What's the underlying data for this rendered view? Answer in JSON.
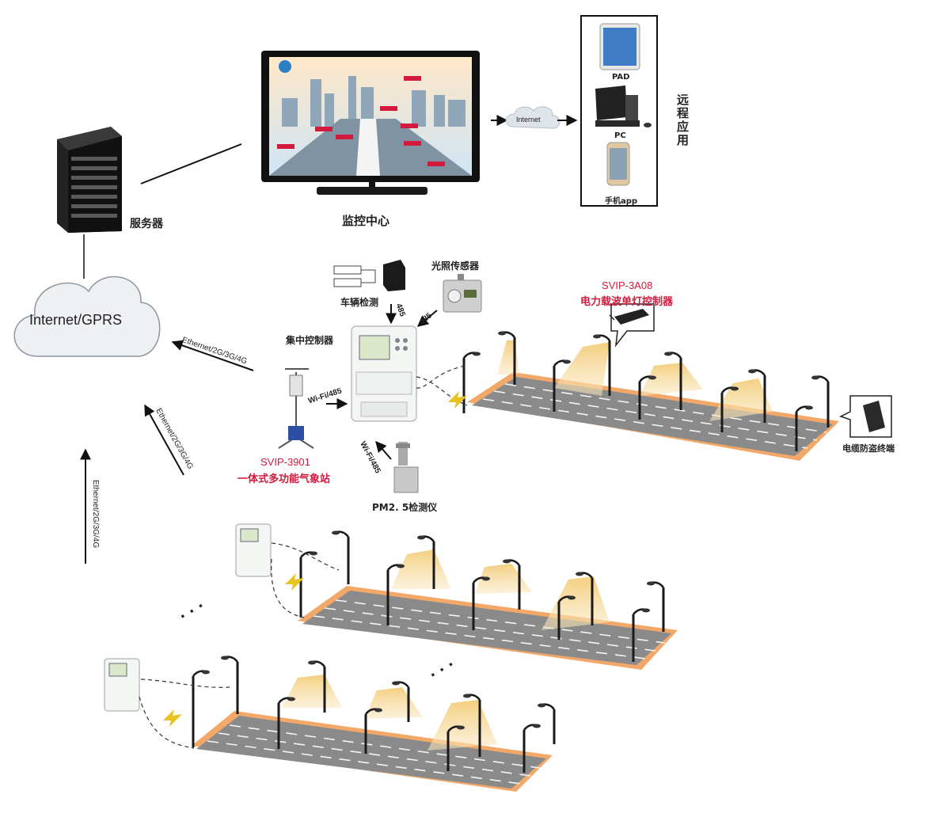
{
  "labels": {
    "server": "服务器",
    "monitor_center": "监控中心",
    "internet_cloud_small": "Internet",
    "internet_gprs": "Internet/GPRS",
    "remote_app": "远程应用",
    "pad": "PAD",
    "pc": "PC",
    "mobile_app": "手机app",
    "vehicle_detect": "车辆检测",
    "light_sensor": "光照传感器",
    "concentrator": "集中控制器",
    "controller_model": "SVIP-3A08",
    "controller_name": "电力载波单灯控制器",
    "weather_model": "SVIP-3901",
    "weather_name": "一体式多功能气象站",
    "pm25": "PM2. 5检测仪",
    "cable_theft": "电缆防盗终端",
    "link_485_a": "485",
    "link_485_b": "485",
    "wifi_485_a": "Wi-Fi/485",
    "wifi_485_b": "Wi-Fi/485",
    "ethernet_a": "Ethernet/2G/3G/4G",
    "ethernet_b": "Ethernet/2G/3G/4G",
    "ethernet_c": "Ethernet/2G/3G/4G",
    "ellipsis_a": "· · ·",
    "ellipsis_b": "· · ·"
  },
  "colors": {
    "accent_red": "#d31a3c",
    "cloud": "#eef0f3",
    "road": "#8a8a8a",
    "curb": "#f2a868",
    "light": "#f5d48a"
  }
}
